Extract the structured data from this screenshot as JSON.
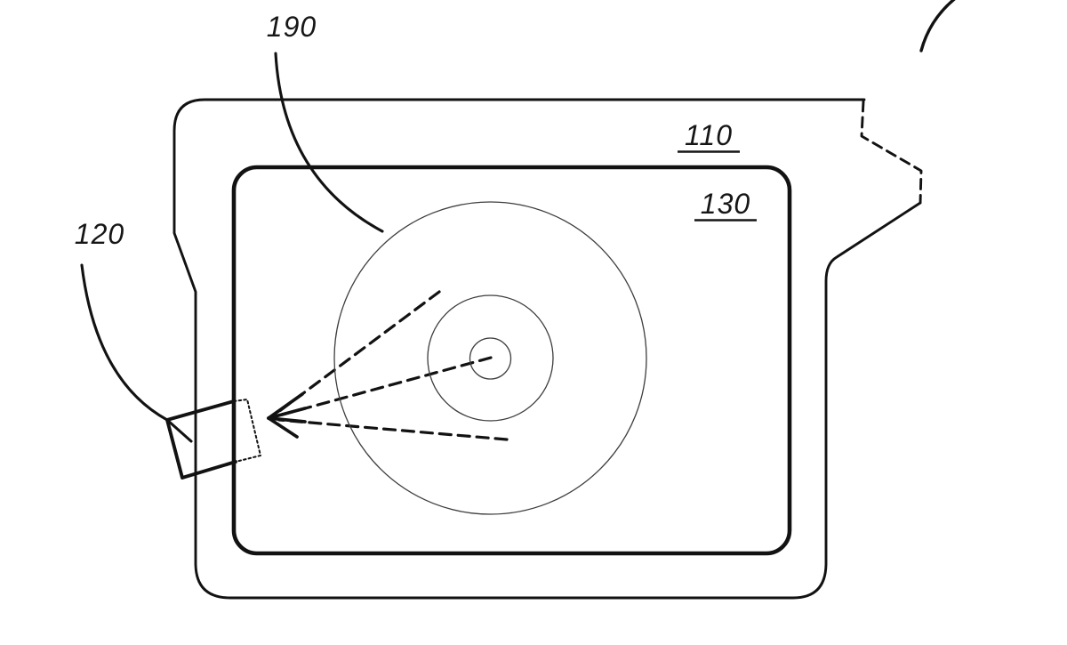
{
  "figure": {
    "type": "patent-line-drawing",
    "description_note": "device body with display, concentric circles and dashed rays converging on edge sensor window",
    "colors": {
      "ink": "#121212",
      "thin_line": "#3d3d3d",
      "label_ink": "#161616",
      "background": "#ffffff"
    },
    "labels": {
      "ref_190": "190",
      "ref_120": "120",
      "ref_110": "110",
      "ref_130": "130"
    }
  }
}
